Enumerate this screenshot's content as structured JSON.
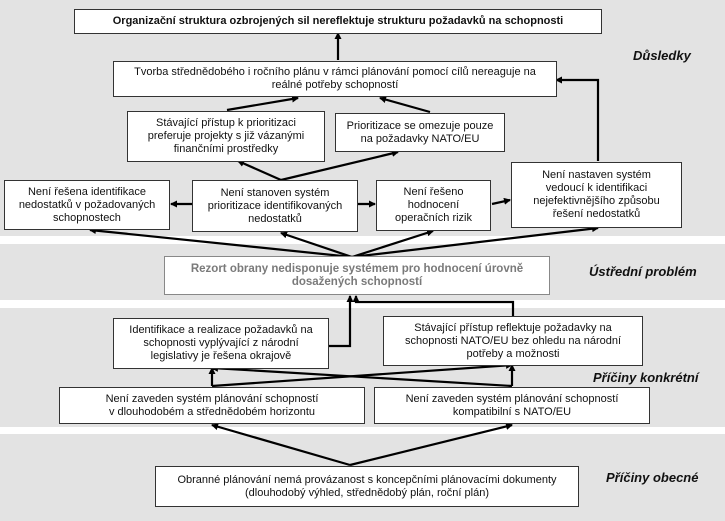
{
  "sections": {
    "dusledky": "Důsledky",
    "ustredni": "Ústřední problém",
    "priciny_konkretni": "Příčiny konkrétní",
    "priciny_obecne": "Příčiny obecné"
  },
  "boxes": {
    "org_struktura": "Organizační struktura ozbrojených sil nereflektuje strukturu požadavků na schopnosti",
    "tvorba_planu": "Tvorba střednědobého i ročního plánu v rámci plánování pomocí cílů nereaguje na\nreálné potřeby schopností",
    "stavajici_pristup": "Stávající přístup k prioritizaci\npreferuje projekty s již vázanými\nfinančními prostředky",
    "prioritizace_nato": "Prioritizace se omezuje pouze\nna požadavky NATO/EU",
    "identifikace_nedostatku": "Není řešena identifikace\nnedostatků v požadovaných\nschopnostech",
    "system_prioritizace": "Není stanoven systém\nprioritizace identifikovaných\nnedostatků",
    "hodnoceni_rizik": "Není řešeno\nhodnocení\noperačních rizik",
    "system_identifikace": "Není nastaven systém\nvedoucí k identifikaci\nnejefektivnějšího způsobu\nřešení nedostatků",
    "rezort": "Rezort obrany nedisponuje systémem  pro hodnocení úrovně\ndosažených schopností",
    "legislativa": "Identifikace a realizace požadavků na\nschopnosti vyplývající z národní\nlegislativy je řešena okrajově",
    "stavajici_reflektuje": "Stávající přístup reflektuje požadavky na\nschopnosti NATO/EU bez ohledu na národní\npotřeby a možnosti",
    "system_horizont": "Není zaveden systém plánování schopností\nv dlouhodobém a střednědobém horizontu",
    "system_kompatibilni": "Není zaveden systém plánování schopností\nkompatibilní s NATO/EU",
    "provazanost": "Obranné plánování nemá provázanost s koncepčními plánovacími dokumenty\n(dlouhodobý výhled, střednědobý plán, roční plán)"
  },
  "colors": {
    "band": "#e3e3e3",
    "central_text": "#7a7a7a",
    "arrow": "#000000"
  }
}
